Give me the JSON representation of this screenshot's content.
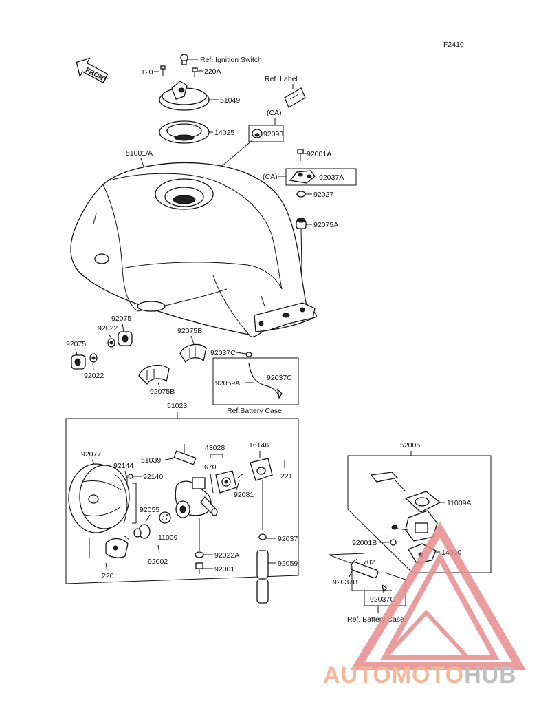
{
  "figure_code": "F2410",
  "front_label": "FRONT",
  "callouts": {
    "ref_ignition": "Ref. Ignition Switch",
    "p120": "120",
    "p220A": "220A",
    "p51049": "51049",
    "ref_label": "Ref. Label",
    "ca_top": "(CA)",
    "p14025": "14025",
    "p92093": "92093",
    "p51001A": "51001/A",
    "p92001A": "92001A",
    "ca_mid": "(CA)",
    "p92037A": "92037A",
    "p92027": "92027",
    "p92075A": "92075A",
    "p92075_upper": "92075",
    "p92022_upper": "92022",
    "p92075_lower": "92075",
    "p92022_lower": "92022",
    "p92075B_upper": "92075B",
    "p92075B_lower": "92075B",
    "p92037C_a": "92037C",
    "p92059A": "92059A",
    "p92037C_b": "92037C",
    "ref_battery_1": "Ref.Battery Case",
    "p51023": "51023",
    "p92077": "92077",
    "p92144": "92144",
    "p92140": "92140",
    "p51039": "51039",
    "p43028": "43028",
    "p670": "670",
    "p16146": "16146",
    "p221": "221",
    "p92081": "92081",
    "p92055": "92055",
    "p11009": "11009",
    "p92002": "92002",
    "p220": "220",
    "p92022A": "92022A",
    "p92001": "92001",
    "p92037": "92037",
    "p92059": "92059",
    "p52005": "52005",
    "p11009A": "11009A",
    "p92001B": "92001B",
    "p14090": "14090",
    "p702": "702",
    "p92037B": "92037B",
    "p92037C_c": "92037C",
    "ref_battery_2": "Ref. Battery Case"
  },
  "watermark": {
    "part_a": "AUTOMOTO",
    "part_b": "HUB",
    "color_a": "#f3b89a",
    "color_b": "#bfbfbf",
    "triangle_color": "#e88d8d"
  }
}
